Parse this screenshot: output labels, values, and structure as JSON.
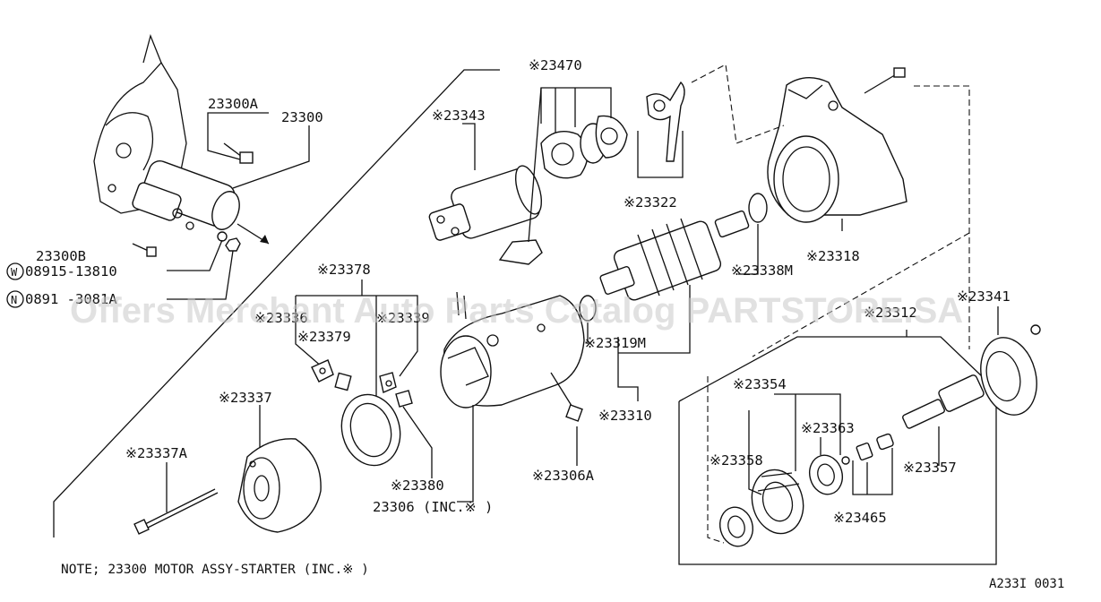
{
  "watermark": "Offers Merchant Auto Parts Catalog PARTSTORE.SA",
  "diagram_code": "A233I 0031",
  "note": "NOTE; 23300 MOTOR ASSY-STARTER (INC.※ )",
  "labels": {
    "p23300A": "23300A",
    "p23300": "23300",
    "p23300B": "23300B",
    "w08915": "08915-13810",
    "n0891": "0891 -3081A",
    "p23470": "※23470",
    "p23343": "※23343",
    "p23322": "※23322",
    "p23338M": "※23338M",
    "p23318": "※23318",
    "p23378": "※23378",
    "p23336": "※23336",
    "p23379": "※23379",
    "p23339": "※23339",
    "p23319M": "※23319M",
    "p23310": "※23310",
    "p23312": "※23312",
    "p23341": "※23341",
    "p23337": "※23337",
    "p23337A": "※23337A",
    "p23380": "※23380",
    "p23306": "23306 (INC.※ )",
    "p23306A": "※23306A",
    "p23354": "※23354",
    "p23363": "※23363",
    "p23358": "※23358",
    "p23357": "※23357",
    "p23465": "※23465"
  },
  "circle_marks": {
    "w": "W",
    "n": "N"
  }
}
